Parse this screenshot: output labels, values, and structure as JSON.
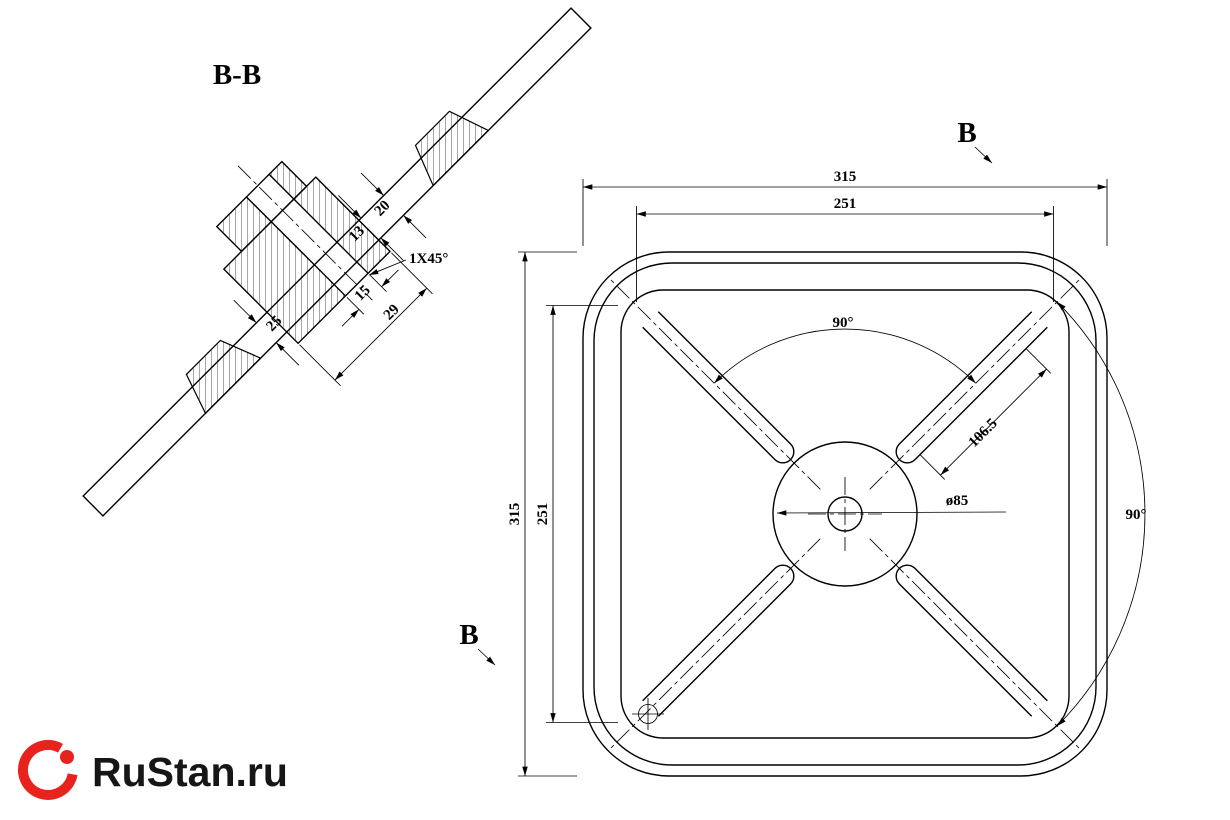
{
  "drawing": {
    "section": {
      "label": "B-B",
      "dim_rim_thickness": "20",
      "dim_web": "13",
      "chamfer_note": "1X45°",
      "dim_bore_len": "15",
      "dim_hub_len": "29",
      "dim_rim_width": "25"
    },
    "plan": {
      "dim_outer_width": "315",
      "dim_inner_width": "251",
      "dim_outer_height": "315",
      "dim_inner_height": "251",
      "angle_top": "90°",
      "angle_right": "90°",
      "dim_spoke": "106.5",
      "dim_hub_diameter": "ø85",
      "section_letter": "B"
    }
  },
  "logo": {
    "text": "RuStan.ru",
    "accent_color": "#e8231d"
  },
  "colors": {
    "line": "#000000",
    "background": "#ffffff"
  }
}
